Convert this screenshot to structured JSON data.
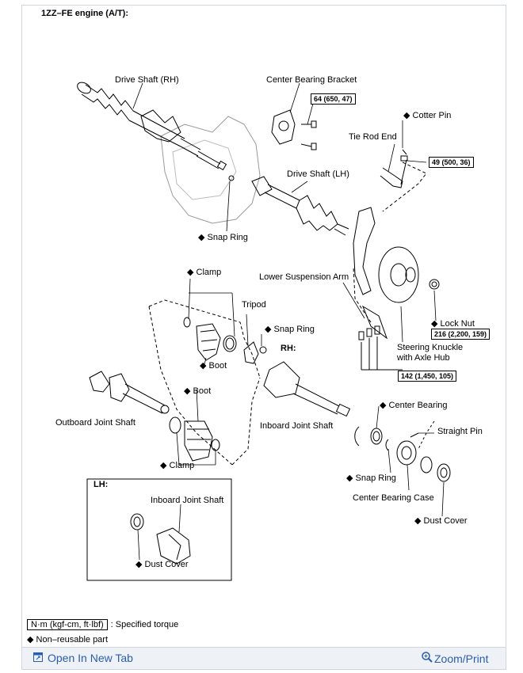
{
  "diagram": {
    "title": "1ZZ–FE engine (A/T):",
    "labels": {
      "drive_shaft_rh": "Drive Shaft (RH)",
      "center_bearing_bracket": "Center Bearing Bracket",
      "cotter_pin": "◆ Cotter Pin",
      "tie_rod_end": "Tie Rod End",
      "drive_shaft_lh": "Drive Shaft (LH)",
      "snap_ring_top": "◆ Snap Ring",
      "clamp_top": "◆ Clamp",
      "lower_suspension_arm": "Lower Suspension Arm",
      "tripod": "Tripod",
      "snap_ring_mid": "◆ Snap Ring",
      "rh_section": "RH:",
      "lock_nut": "◆ Lock Nut",
      "steering_knuckle": "Steering Knuckle",
      "axle_hub": "with Axle Hub",
      "boot_upper": "◆ Boot",
      "boot_lower": "◆ Boot",
      "outboard_joint_shaft": "Outboard Joint Shaft",
      "inboard_joint_shaft_rh": "Inboard Joint Shaft",
      "center_bearing": "◆ Center Bearing",
      "straight_pin": "Straight Pin",
      "clamp_bottom": "◆ Clamp",
      "snap_ring_bottom": "◆ Snap Ring",
      "center_bearing_case": "Center Bearing Case",
      "dust_cover_rh": "◆ Dust Cover",
      "lh_section": "LH:",
      "inboard_joint_shaft_lh": "Inboard Joint Shaft",
      "dust_cover_lh": "◆ Dust Cover"
    },
    "torques": {
      "bracket": "64 (650, 47)",
      "tie_rod": "49 (500, 36)",
      "lock_nut": "216 (2,200, 159)",
      "suspension": "142 (1,450, 105)"
    },
    "legend": {
      "unit": "N·m (kgf-cm, ft·lbf)",
      "specified_torque": ": Specified torque",
      "non_reusable": "◆ Non–reusable part"
    }
  },
  "footer": {
    "open_new_tab": "Open In New Tab",
    "zoom_print": "Zoom/Print",
    "link_color": "#2a5db0"
  }
}
